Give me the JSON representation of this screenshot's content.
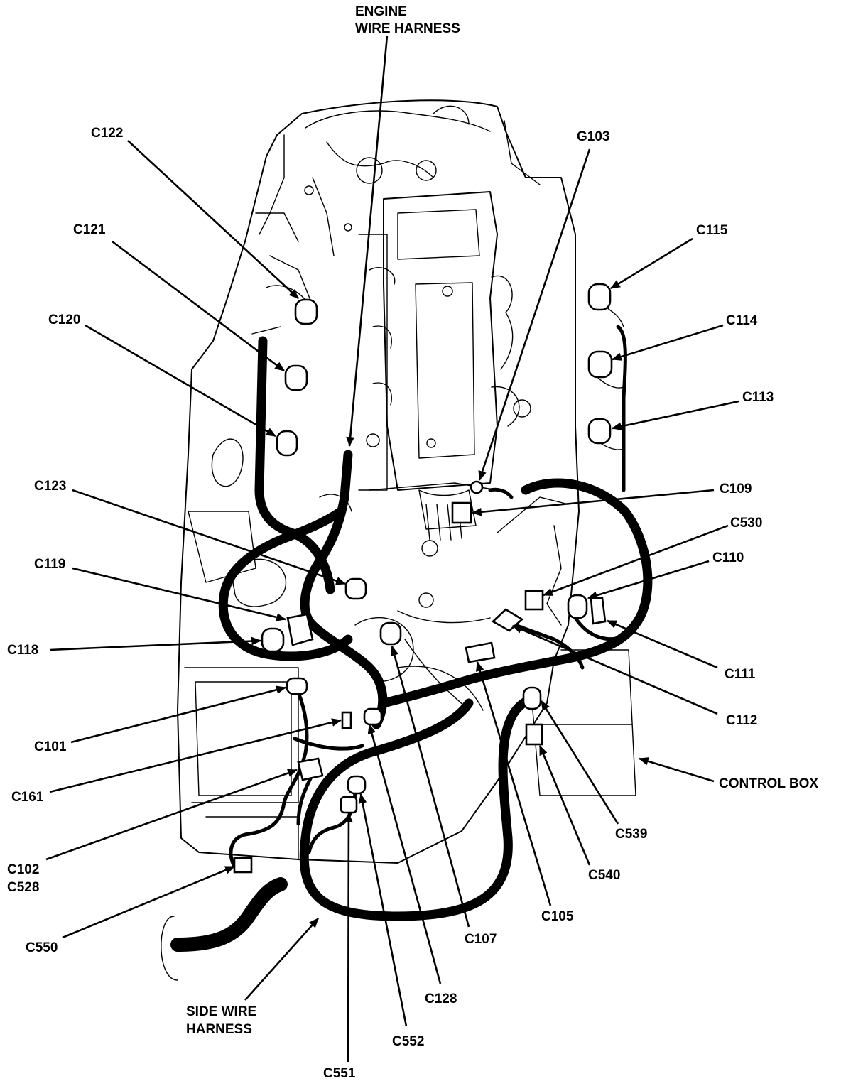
{
  "diagram": {
    "labels": {
      "engine_harness_line1": "ENGINE",
      "engine_harness_line2": "WIRE HARNESS",
      "g103": "G103",
      "c122": "C122",
      "c121": "C121",
      "c115": "C115",
      "c114": "C114",
      "c120": "C120",
      "c113": "C113",
      "c123": "C123",
      "c109": "C109",
      "c530": "C530",
      "c119": "C119",
      "c110": "C110",
      "c118": "C118",
      "c111": "C111",
      "c112": "C112",
      "c101": "C101",
      "control_box": "CONTROL BOX",
      "c161": "C161",
      "c539": "C539",
      "c102": "C102",
      "c528": "C528",
      "c540": "C540",
      "c105": "C105",
      "c550": "C550",
      "c107": "C107",
      "side_harness_line1": "SIDE WIRE",
      "side_harness_line2": "HARNESS",
      "c128": "C128",
      "c552": "C552",
      "c551": "C551"
    }
  }
}
